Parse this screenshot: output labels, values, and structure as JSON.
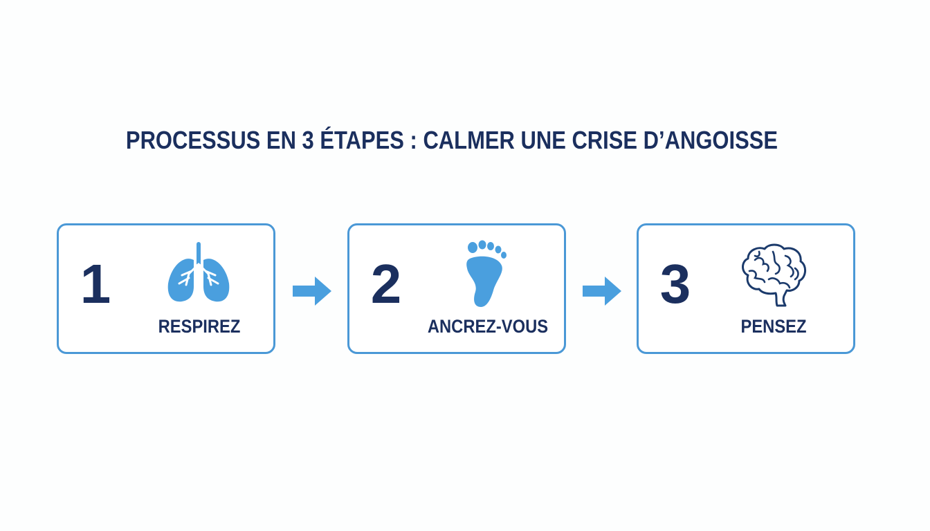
{
  "title": "PROCESSUS EN 3 ÉTAPES : CALMER UNE CRISE D’ANGOISSE",
  "colors": {
    "navy": "#1b2f5e",
    "accent_blue": "#4a98d6",
    "icon_blue": "#4a9fde",
    "background": "#fdfefe"
  },
  "steps": [
    {
      "number": "1",
      "label": "RESPIREZ",
      "icon": "lungs-icon"
    },
    {
      "number": "2",
      "label": "ANCREZ-VOUS",
      "icon": "footprint-icon"
    },
    {
      "number": "3",
      "label": "PENSEZ",
      "icon": "brain-icon"
    }
  ],
  "connectors": [
    {
      "from": "1",
      "to": "2",
      "icon": "arrow-right-icon"
    },
    {
      "from": "2",
      "to": "3",
      "icon": "arrow-right-icon"
    }
  ]
}
